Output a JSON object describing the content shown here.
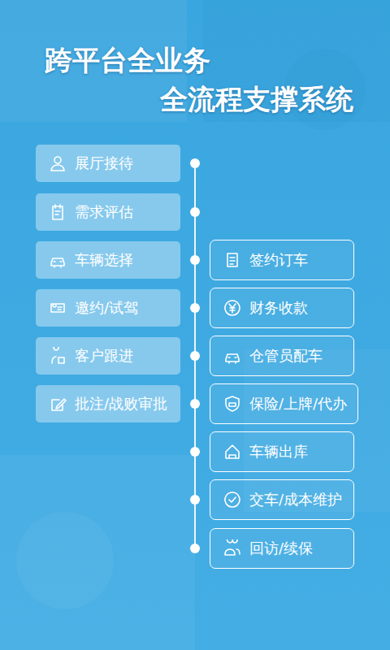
{
  "diagram": {
    "title": "跨平台全业务 全流程支撑系统",
    "nodes": [
      {
        "text": [
          "展厅接待"
        ]
      },
      {
        "text": [
          "需求评估"
        ]
      },
      {
        "text": [
          "车辆选择"
        ]
      },
      {
        "text": [
          "邀约/试驾"
        ]
      },
      {
        "text": [
          "客户跟进"
        ]
      },
      {
        "text": [
          "批注/战败审批"
        ]
      },
      {
        "text": [
          "签约订车"
        ]
      },
      {
        "text": [
          "财务收款"
        ]
      },
      {
        "text": [
          "仓管员配车"
        ]
      },
      {
        "text": [
          "保险/上牌/代办"
        ]
      },
      {
        "text": [
          "车辆出库"
        ]
      },
      {
        "text": [
          "交车/成本维护"
        ]
      },
      {
        "text": [
          "回访/续保"
        ]
      }
    ]
  }
}
